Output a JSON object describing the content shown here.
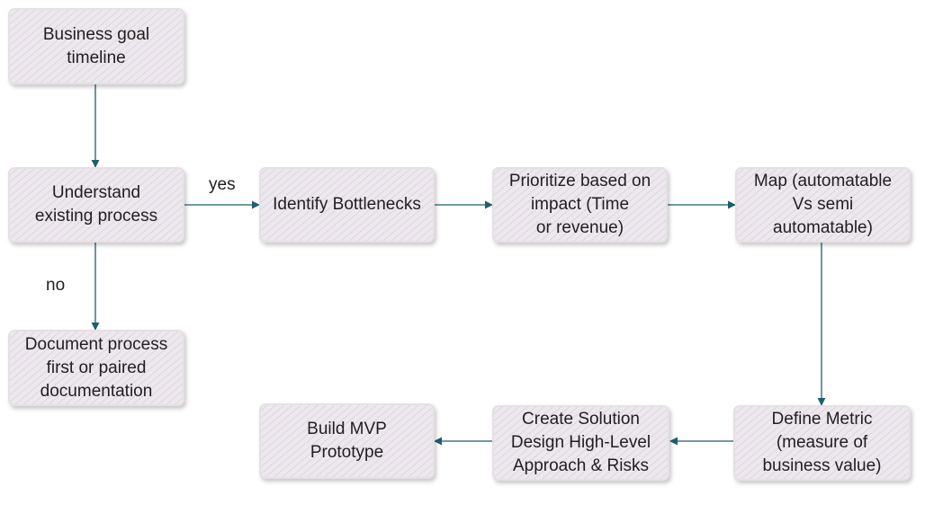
{
  "nodes": {
    "business_goal": "Business goal\ntimeline",
    "understand_process": "Understand\nexisting process",
    "document_process": "Document process\nfirst or paired\ndocumentation",
    "identify_bottlenecks": "Identify Bottlenecks",
    "prioritize": "Prioritize based on\nimpact (Time\nor revenue)",
    "map_automatable": "Map (automatable\nVs semi\nautomatable)",
    "define_metric": "Define Metric\n(measure of\nbusiness value)",
    "create_solution": "Create Solution\nDesign High-Level\nApproach & Risks",
    "build_mvp": "Build MVP\nPrototype"
  },
  "edge_labels": {
    "yes": "yes",
    "no": "no"
  },
  "colors": {
    "edge": "#1e5f6b",
    "node_fill": "#ede8ee"
  }
}
